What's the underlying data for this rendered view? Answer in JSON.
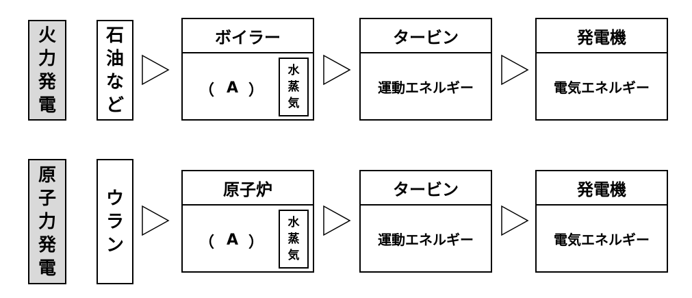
{
  "rows": [
    {
      "label": [
        "火",
        "力",
        "発",
        "電"
      ],
      "fuel": [
        "石",
        "油",
        "な",
        "ど"
      ],
      "stage1": {
        "title": "ボイラー",
        "blank_open": "（",
        "blank_letter": "A",
        "blank_close": "）",
        "steam": [
          "水",
          "蒸",
          "気"
        ]
      },
      "stage2": {
        "title": "タービン",
        "energy": "運動エネルギー"
      },
      "stage3": {
        "title": "発電機",
        "energy": "電気エネルギー"
      }
    },
    {
      "label": [
        "原",
        "子",
        "力",
        "発",
        "電"
      ],
      "fuel": [
        "ウ",
        "ラ",
        "ン"
      ],
      "stage1": {
        "title": "原子炉",
        "blank_open": "（",
        "blank_letter": "A",
        "blank_close": "）",
        "steam": [
          "水",
          "蒸",
          "気"
        ]
      },
      "stage2": {
        "title": "タービン",
        "energy": "運動エネルギー"
      },
      "stage3": {
        "title": "発電機",
        "energy": "電気エネルギー"
      }
    }
  ]
}
